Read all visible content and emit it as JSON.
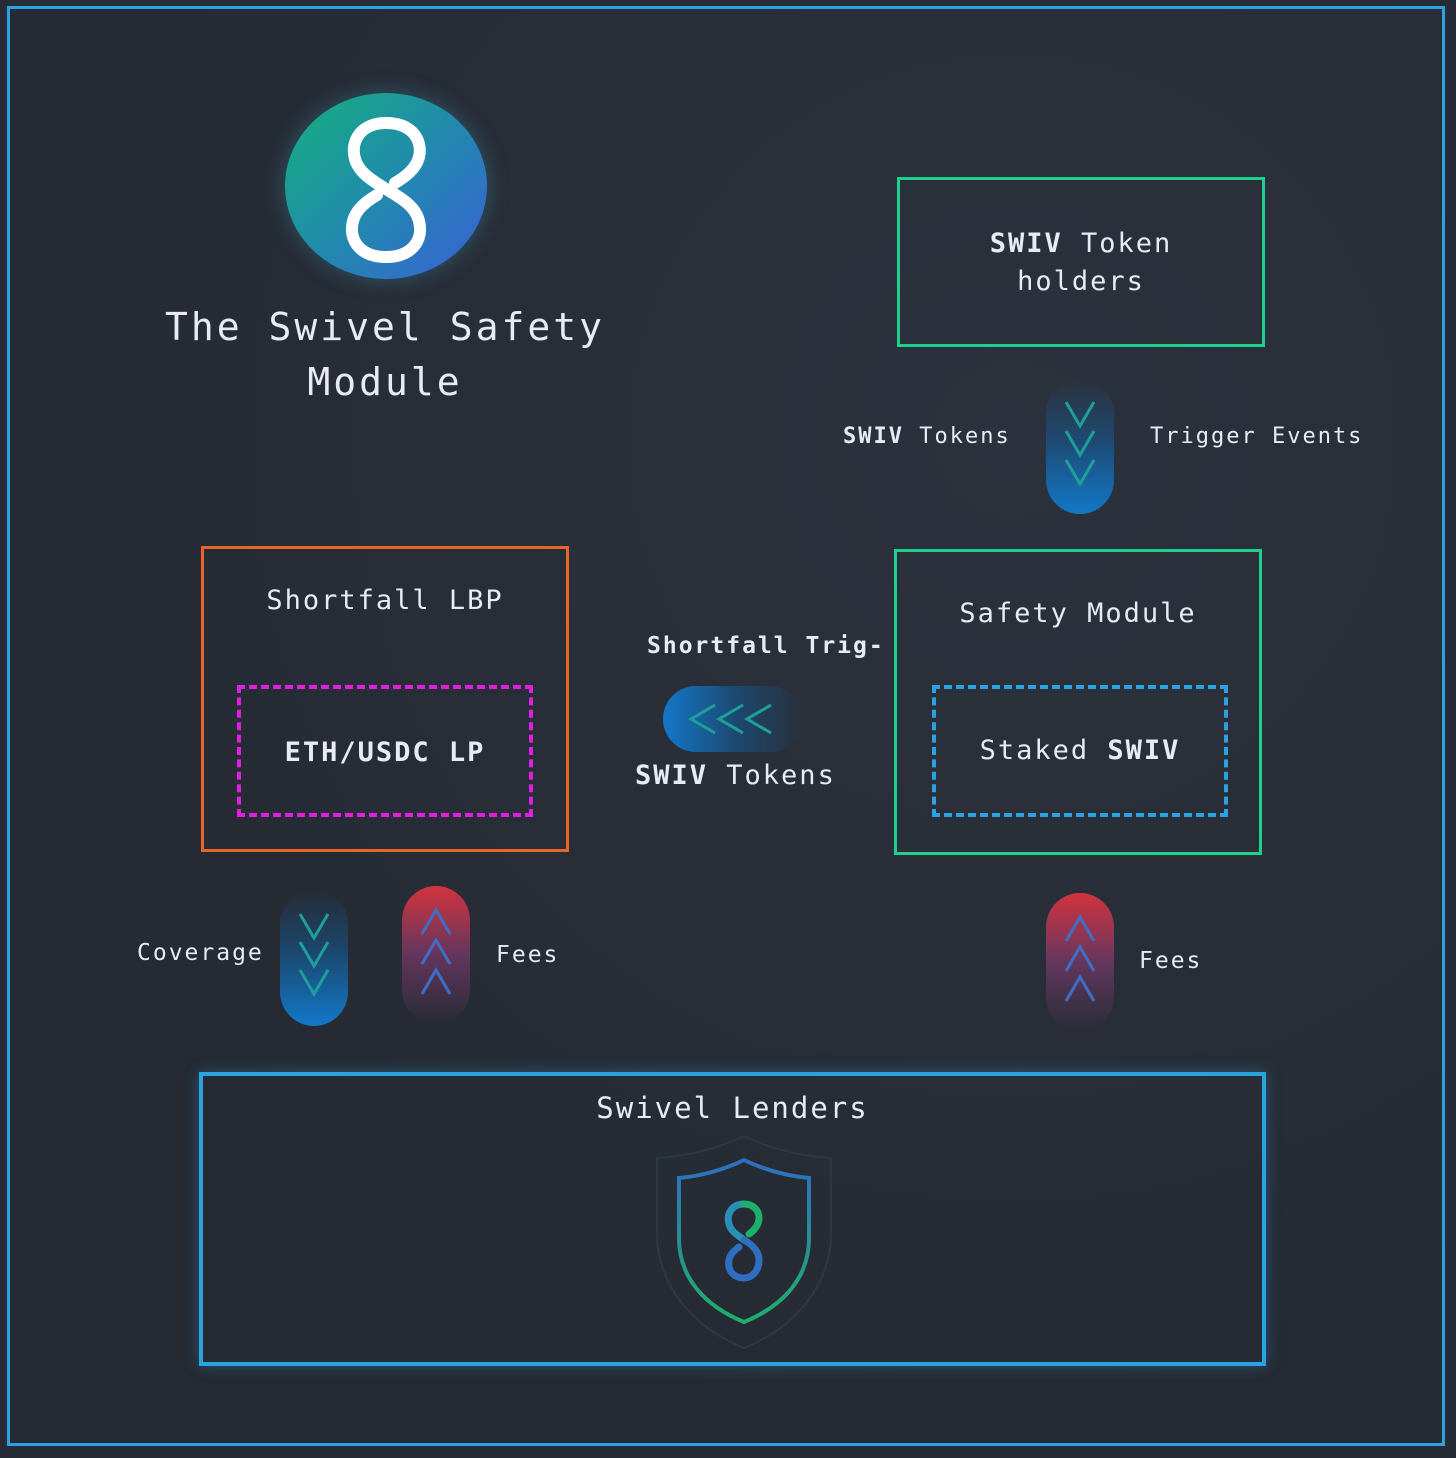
{
  "title": "The Swivel Safety Module",
  "holders_box": {
    "strong": "SWIV",
    "rest": " Token",
    "line2": "holders"
  },
  "flow_top": {
    "left_strong": "SWIV",
    "left_rest": " Tokens",
    "right": "Trigger Events"
  },
  "shortfall_box": {
    "title": "Shortfall LBP",
    "inner": "ETH/USDC LP"
  },
  "middle_flow": {
    "top": "Shortfall Trig-",
    "bottom_strong": "SWIV",
    "bottom_rest": " Tokens"
  },
  "safety_box": {
    "title": "Safety Module",
    "inner_prefix": "Staked ",
    "inner_strong": "SWIV"
  },
  "left_flow": {
    "down_label": "Coverage",
    "up_label": "Fees"
  },
  "right_flow": {
    "up_label": "Fees"
  },
  "lenders_box": {
    "title": "Swivel Lenders"
  },
  "colors": {
    "background": "#262b35",
    "frame": "#2aa3e0",
    "green": "#1fcf8e",
    "orange": "#e8652a",
    "magenta": "#e31ee3",
    "blue": "#2aa3e0",
    "red": "#d2343e"
  },
  "icons": [
    "swivel-logo-icon",
    "down-chevrons-icon",
    "up-chevrons-icon",
    "left-chevrons-icon",
    "shield-icon"
  ]
}
